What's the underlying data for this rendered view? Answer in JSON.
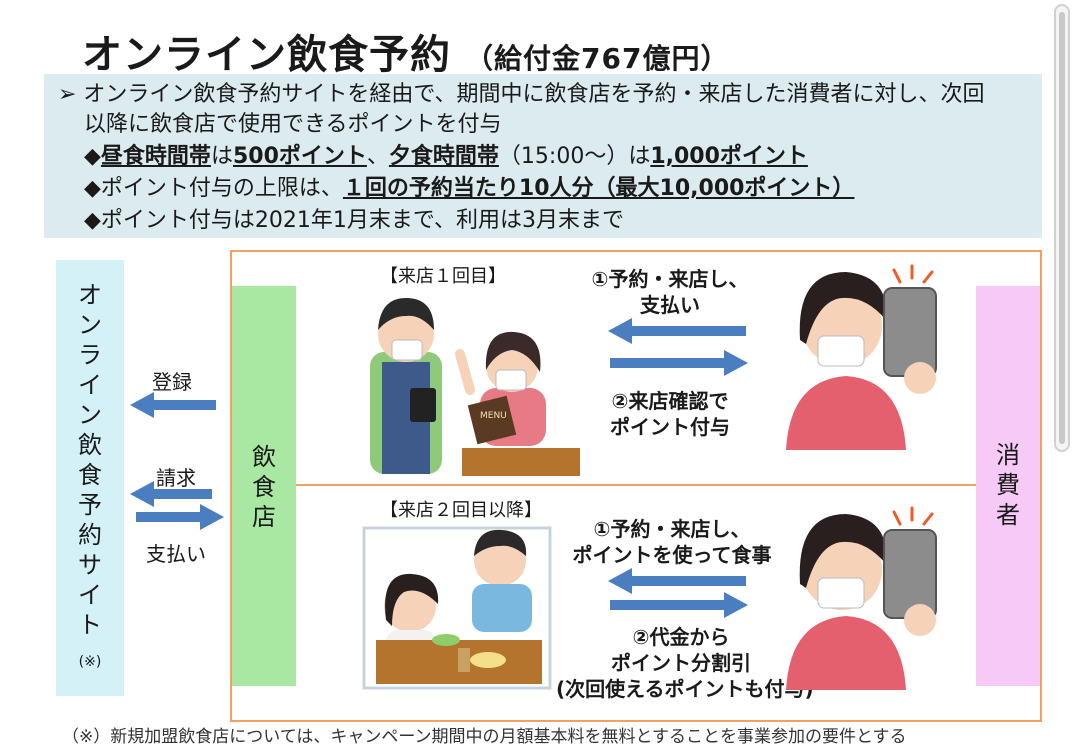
{
  "title": {
    "main": "オンライン飲食予約",
    "sub": "（給付金767億円）"
  },
  "summary": {
    "line1": "➢ オンライン飲食予約サイトを経由で、期間中に飲食店を予約・来店した消費者に対し、次回",
    "line2": "以降に飲食店で使用できるポイントを付与",
    "line3": {
      "p1": "◆",
      "b1": "昼食時間帯",
      "p2": "は",
      "b2": "500ポイント",
      "p3": "、",
      "b3": "夕食時間帯",
      "p4": "（15:00〜）は",
      "b4": "1,000ポイント"
    },
    "line4": {
      "p1": "◆ポイント付与の上限は、",
      "b1": "１回の予約当たり10人分（最大10,000ポイント）"
    },
    "line5": "◆ポイント付与は2021年1月末まで、利用は3月末まで"
  },
  "site": {
    "label": "オンライン飲食予約サイト",
    "note": "(※)"
  },
  "restaurant": {
    "label": "飲食店"
  },
  "consumer": {
    "label": "消費者"
  },
  "left_flows": {
    "register": "登録",
    "claim": "請求",
    "payment": "支払い"
  },
  "visit1": {
    "heading": "【来店１回目】",
    "step1_a": "①予約・来店し、",
    "step1_b": "支払い",
    "step2_a": "②来店確認で",
    "step2_b": "ポイント付与"
  },
  "visit2": {
    "heading": "【来店２回目以降】",
    "step1_a": "①予約・来店し、",
    "step1_b": "ポイントを使って食事",
    "step2_a": "②代金から",
    "step2_b": "ポイント分割引",
    "step2_c": "(次回使えるポイントも付与)"
  },
  "illustration": {
    "menu_text": "MENU"
  },
  "footnote": "（※）新規加盟飲食店については、キャンペーン期間中の月額基本料を無料とすることを事業参加の要件とする",
  "colors": {
    "summary_bg": "#dcebf0",
    "site_bg": "#d5f1f8",
    "restaurant_bg": "#a9e8a2",
    "consumer_bg": "#f6c9f6",
    "frame": "#f0a060",
    "arrow": "#4a7ec0"
  }
}
